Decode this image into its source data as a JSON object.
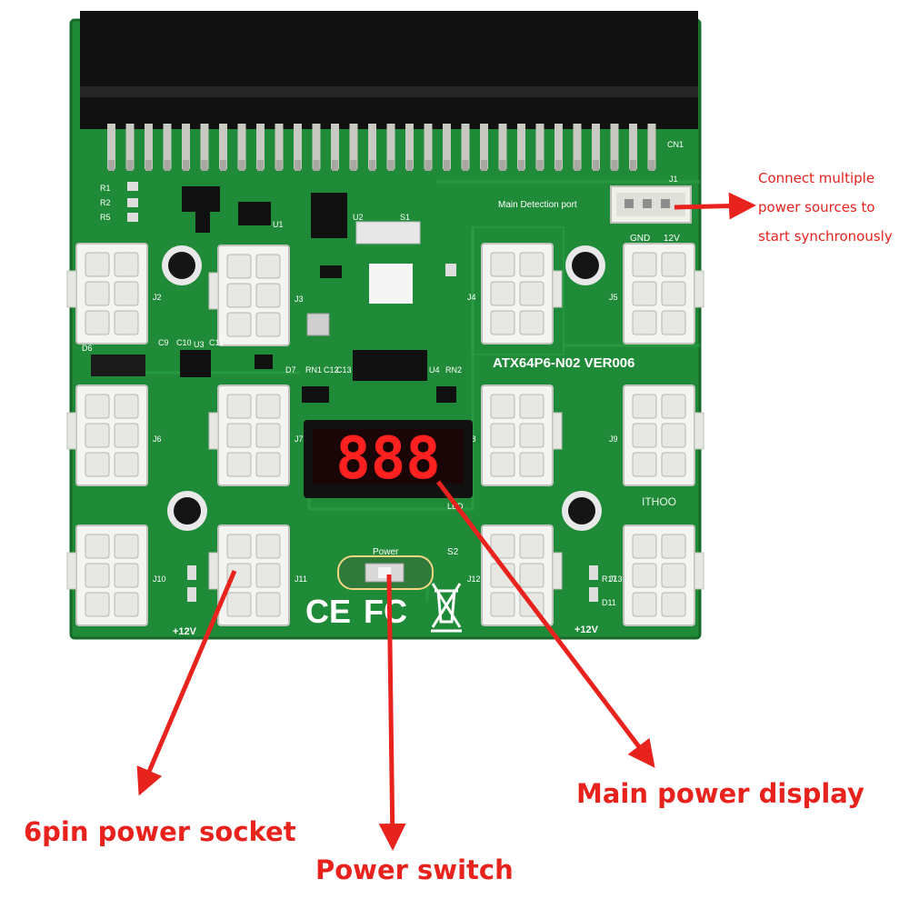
{
  "board": {
    "model": "ATX64P6-N02 VER006",
    "brand": "ITHOO",
    "connector_label": "CN1",
    "detection_port_label": "Main Detection port",
    "detection_port_ref": "J1",
    "gnd_label": "GND",
    "v12_label": "12V",
    "power_label": "Power",
    "switch_ref": "S2",
    "switch_s1": "S1",
    "led_label": "LED",
    "voltage_left": "+12V",
    "voltage_right": "+12V",
    "sockets": [
      "J2",
      "J3",
      "J4",
      "J5",
      "J6",
      "J7",
      "J8",
      "J9",
      "J10",
      "J11",
      "J12",
      "J13"
    ],
    "small_refs": [
      "R1",
      "R2",
      "R5",
      "U1",
      "U2",
      "U3",
      "U4",
      "D6",
      "D7",
      "RN1",
      "RN2",
      "C9",
      "C10",
      "C11",
      "C12",
      "C13",
      "R17",
      "D11"
    ],
    "marks": [
      "CE",
      "FC"
    ],
    "display_digits": "888"
  },
  "callouts": {
    "sync_line1": "Connect multiple",
    "sync_line2": "power sources to",
    "sync_line3": "start synchronously",
    "socket": "6pin power socket",
    "switch": "Power switch",
    "display": "Main power display"
  },
  "colors": {
    "pcb": "#1f8a38",
    "pcb_dark": "#176a2b",
    "arrow": "#e8231e",
    "socket": "#f4f4f2",
    "display_red": "#ff2020"
  }
}
